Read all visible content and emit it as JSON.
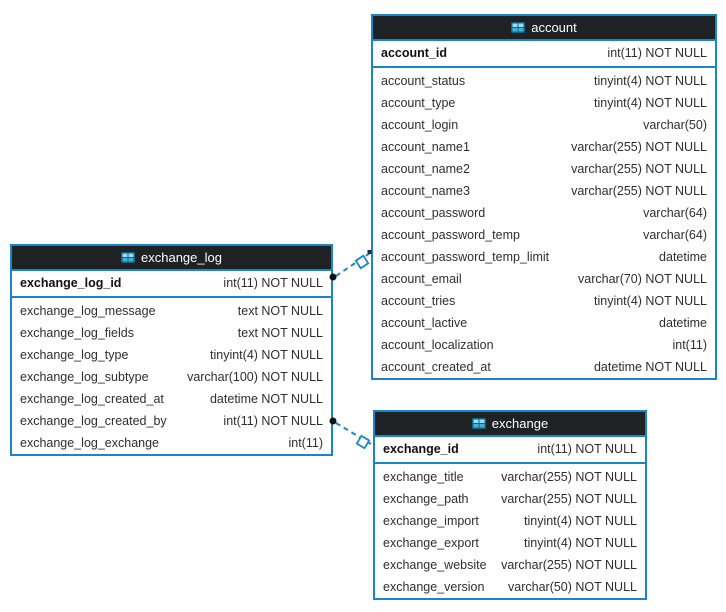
{
  "diagram": {
    "background": "#ffffff",
    "colors": {
      "table_border": "#1a86c8",
      "header_bg": "#1e2225",
      "header_text": "#ffffff",
      "row_text": "#2e2e2e",
      "pk_text": "#111111",
      "connector_line": "#1a86c8",
      "connector_dot": "#111111",
      "icon_blue": "#2aa5dc"
    },
    "tables": [
      {
        "title": "account",
        "primary_key": {
          "name": "account_id",
          "type": "int(11) NOT NULL"
        },
        "columns": [
          {
            "name": "account_status",
            "type": "tinyint(4) NOT NULL"
          },
          {
            "name": "account_type",
            "type": "tinyint(4) NOT NULL"
          },
          {
            "name": "account_login",
            "type": "varchar(50)"
          },
          {
            "name": "account_name1",
            "type": "varchar(255) NOT NULL"
          },
          {
            "name": "account_name2",
            "type": "varchar(255) NOT NULL"
          },
          {
            "name": "account_name3",
            "type": "varchar(255) NOT NULL"
          },
          {
            "name": "account_password",
            "type": "varchar(64)"
          },
          {
            "name": "account_password_temp",
            "type": "varchar(64)"
          },
          {
            "name": "account_password_temp_limit",
            "type": "datetime"
          },
          {
            "name": "account_email",
            "type": "varchar(70) NOT NULL"
          },
          {
            "name": "account_tries",
            "type": "tinyint(4) NOT NULL"
          },
          {
            "name": "account_lactive",
            "type": "datetime"
          },
          {
            "name": "account_localization",
            "type": "int(11)"
          },
          {
            "name": "account_created_at",
            "type": "datetime NOT NULL"
          }
        ]
      },
      {
        "title": "exchange_log",
        "primary_key": {
          "name": "exchange_log_id",
          "type": "int(11) NOT NULL"
        },
        "columns": [
          {
            "name": "exchange_log_message",
            "type": "text NOT NULL"
          },
          {
            "name": "exchange_log_fields",
            "type": "text NOT NULL"
          },
          {
            "name": "exchange_log_type",
            "type": "tinyint(4) NOT NULL"
          },
          {
            "name": "exchange_log_subtype",
            "type": "varchar(100) NOT NULL"
          },
          {
            "name": "exchange_log_created_at",
            "type": "datetime NOT NULL"
          },
          {
            "name": "exchange_log_created_by",
            "type": "int(11) NOT NULL"
          },
          {
            "name": "exchange_log_exchange",
            "type": "int(11)"
          }
        ]
      },
      {
        "title": "exchange",
        "primary_key": {
          "name": "exchange_id",
          "type": "int(11) NOT NULL"
        },
        "columns": [
          {
            "name": "exchange_title",
            "type": "varchar(255) NOT NULL"
          },
          {
            "name": "exchange_path",
            "type": "varchar(255) NOT NULL"
          },
          {
            "name": "exchange_import",
            "type": "tinyint(4) NOT NULL"
          },
          {
            "name": "exchange_export",
            "type": "tinyint(4) NOT NULL"
          },
          {
            "name": "exchange_website",
            "type": "varchar(255) NOT NULL"
          },
          {
            "name": "exchange_version",
            "type": "varchar(50) NOT NULL"
          }
        ]
      }
    ],
    "connectors": [
      {
        "from_table": "exchange_log",
        "to_table": "account",
        "line_style": "dashed"
      },
      {
        "from_table": "exchange_log",
        "to_table": "exchange",
        "line_style": "dashed"
      }
    ]
  }
}
